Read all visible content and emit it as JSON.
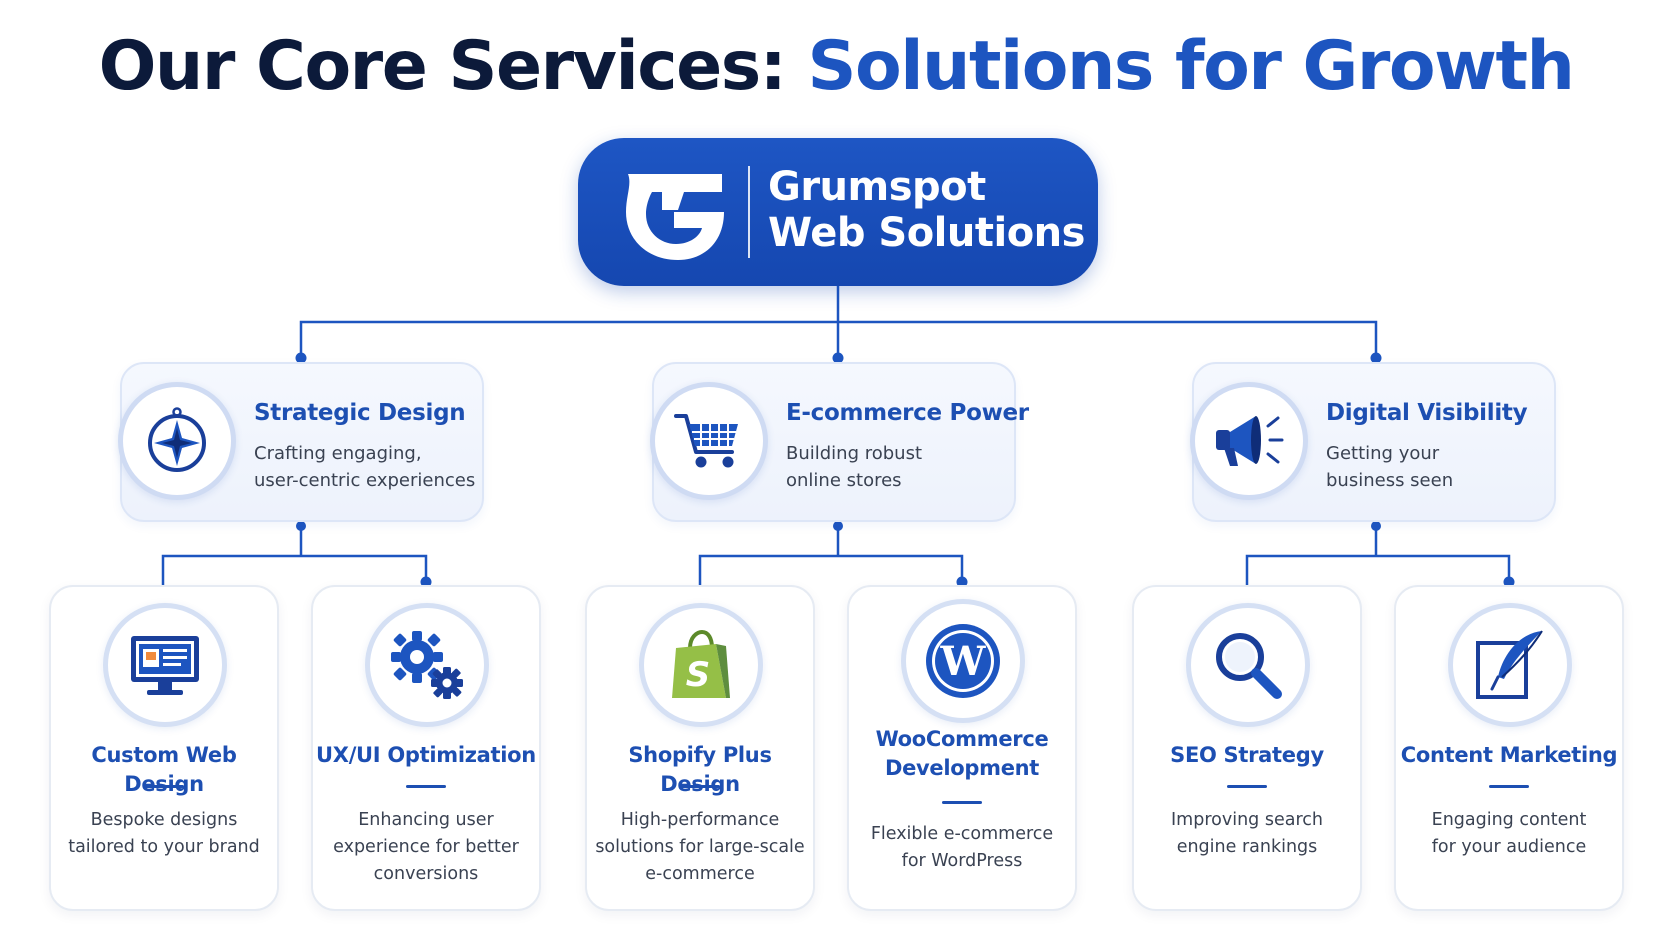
{
  "title": {
    "part1": "Our Core Services:",
    "part2": "Solutions for Growth"
  },
  "root": {
    "name_line1": "Grumspot",
    "name_line2": "Web Solutions",
    "logo": "grumspot-g-logo"
  },
  "colors": {
    "navy": "#0c1a3a",
    "brand_blue": "#1d55c0",
    "text_gray": "#3a4252"
  },
  "categories": [
    {
      "title": "Strategic Design",
      "desc_line1": "Crafting engaging,",
      "desc_line2": "user-centric experiences",
      "icon": "compass-icon"
    },
    {
      "title": "E-commerce Power",
      "desc_line1": "Building robust",
      "desc_line2": "online stores",
      "icon": "shopping-cart-icon"
    },
    {
      "title": "Digital Visibility",
      "desc_line1": "Getting your",
      "desc_line2": "business seen",
      "icon": "megaphone-icon"
    }
  ],
  "services": [
    {
      "title": "Custom Web Design",
      "desc": [
        "Bespoke designs",
        "tailored to your brand"
      ],
      "icon": "monitor-icon"
    },
    {
      "title": "UX/UI Optimization",
      "desc": [
        "Enhancing user",
        "experience for better",
        "conversions"
      ],
      "icon": "gears-icon"
    },
    {
      "title": "Shopify Plus Design",
      "desc": [
        "High-performance",
        "solutions for large-scale",
        "e-commerce"
      ],
      "icon": "shopify-bag-icon"
    },
    {
      "title_line1": "WooCommerce",
      "title_line2": "Development",
      "desc": [
        "Flexible e-commerce",
        "for WordPress"
      ],
      "icon": "wordpress-icon"
    },
    {
      "title": "SEO Strategy",
      "desc": [
        "Improving search",
        "engine rankings"
      ],
      "icon": "magnifier-icon"
    },
    {
      "title": "Content Marketing",
      "desc": [
        "Engaging content",
        "for your audience"
      ],
      "icon": "quill-icon"
    }
  ]
}
